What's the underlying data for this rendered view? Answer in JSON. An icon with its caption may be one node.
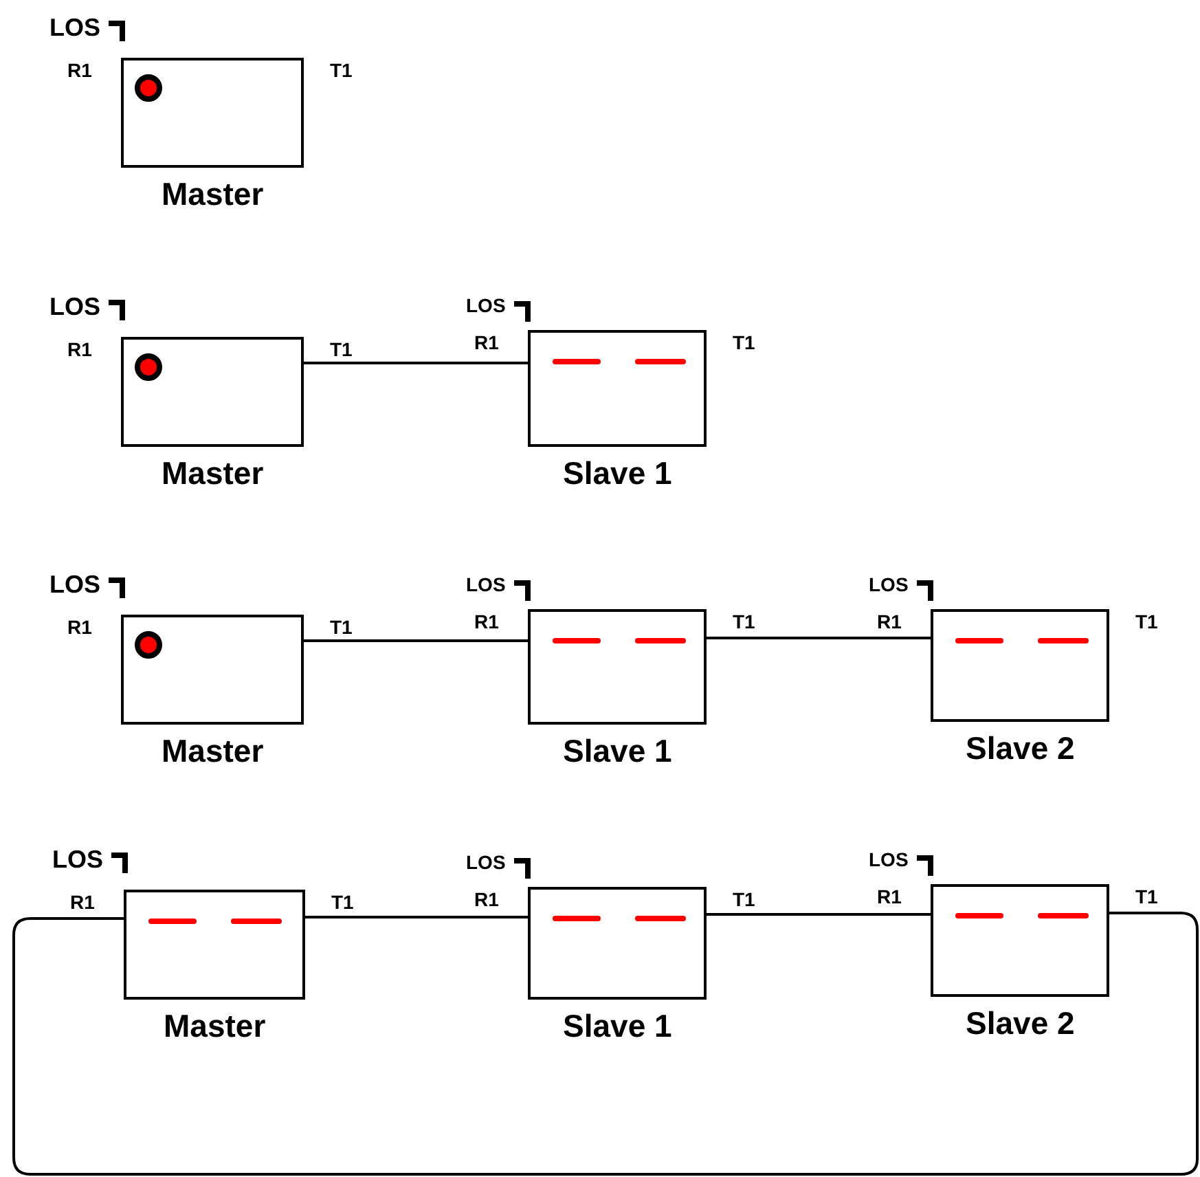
{
  "diagram": {
    "nodes": [
      {
        "text": [
          "Master"
        ],
        "beside": [
          "LOS",
          "R1",
          "T1"
        ]
      },
      {
        "text": [
          "Master"
        ],
        "beside": [
          "LOS",
          "R1",
          "T1"
        ]
      },
      {
        "text": [
          "Slave 1"
        ],
        "beside": [
          "LOS",
          "R1",
          "T1"
        ]
      },
      {
        "text": [
          "Master"
        ],
        "beside": [
          "LOS",
          "R1",
          "T1"
        ]
      },
      {
        "text": [
          "Slave 1"
        ],
        "beside": [
          "LOS",
          "R1",
          "T1"
        ]
      },
      {
        "text": [
          "Slave 2"
        ],
        "beside": [
          "LOS",
          "R1",
          "T1"
        ]
      },
      {
        "text": [
          "Master"
        ],
        "beside": [
          "LOS",
          "R1",
          "T1"
        ]
      },
      {
        "text": [
          "Slave 1"
        ],
        "beside": [
          "LOS",
          "R1",
          "T1"
        ]
      },
      {
        "text": [
          "Slave 2"
        ],
        "beside": [
          "LOS",
          "R1",
          "T1"
        ]
      }
    ],
    "edges": [
      {
        "from": 1,
        "to": 2,
        "arrow": "none"
      },
      {
        "from": 3,
        "to": 4,
        "arrow": "none"
      },
      {
        "from": 4,
        "to": 5,
        "arrow": "none"
      },
      {
        "from": 6,
        "to": 7,
        "arrow": "none"
      },
      {
        "from": 7,
        "to": 8,
        "arrow": "none"
      },
      {
        "from": 8,
        "to": 6,
        "arrow": "none"
      }
    ]
  }
}
